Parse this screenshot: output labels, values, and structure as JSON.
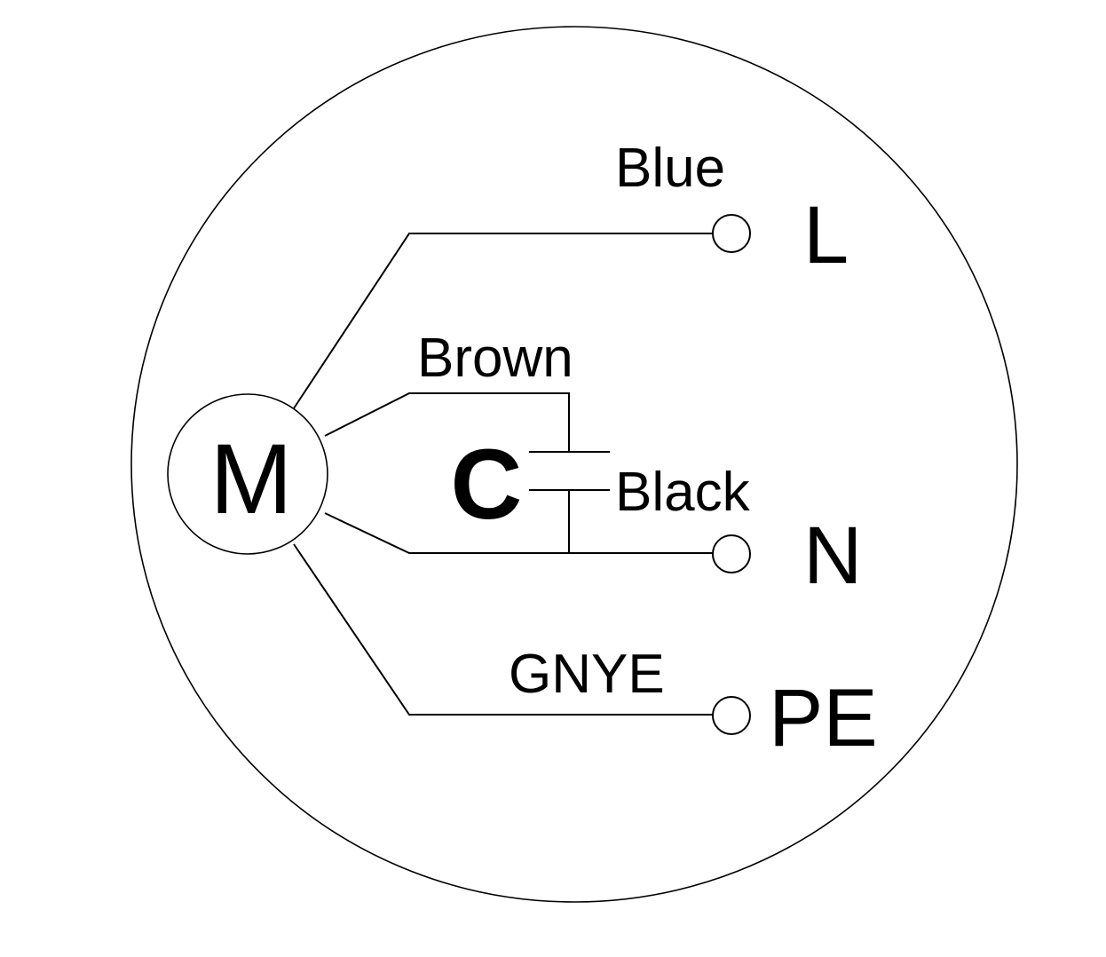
{
  "diagram": {
    "motor": {
      "label": "M"
    },
    "capacitor": {
      "label": "C"
    },
    "wires": {
      "blue": "Blue",
      "brown": "Brown",
      "black": "Black",
      "gnye": "GNYE"
    },
    "terminals": {
      "line": "L",
      "neutral": "N",
      "earth": "PE"
    },
    "colors": {
      "stroke": "#000000",
      "background": "#ffffff"
    }
  }
}
